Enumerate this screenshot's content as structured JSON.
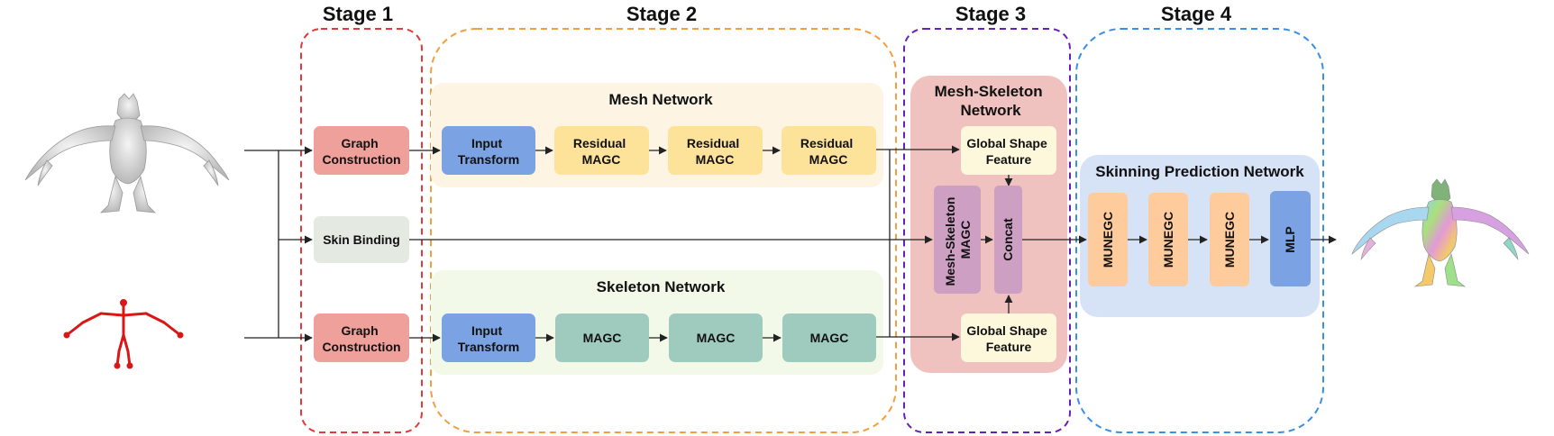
{
  "stages": {
    "stage1": "Stage 1",
    "stage2": "Stage 2",
    "stage3": "Stage 3",
    "stage4": "Stage 4"
  },
  "panels": {
    "mesh_network": "Mesh Network",
    "skeleton_network": "Skeleton Network",
    "mesh_skeleton_network": [
      "Mesh-Skeleton",
      "Network"
    ],
    "skinning_prediction_network": "Skinning Prediction Network"
  },
  "stage1_boxes": {
    "graph_construction_mesh": [
      "Graph",
      "Construction"
    ],
    "skin_binding": "Skin Binding",
    "graph_construction_skeleton": [
      "Graph",
      "Construction"
    ]
  },
  "mesh_row": {
    "input_transform": [
      "Input",
      "Transform"
    ],
    "residual_1": [
      "Residual",
      "MAGC"
    ],
    "residual_2": [
      "Residual",
      "MAGC"
    ],
    "residual_3": [
      "Residual",
      "MAGC"
    ]
  },
  "skeleton_row": {
    "input_transform": [
      "Input",
      "Transform"
    ],
    "magc_1": "MAGC",
    "magc_2": "MAGC",
    "magc_3": "MAGC"
  },
  "stage3_boxes": {
    "global_shape_top": [
      "Global Shape",
      "Feature"
    ],
    "global_shape_bottom": [
      "Global Shape",
      "Feature"
    ],
    "mesh_skeleton_magc": [
      "Mesh-Skeleton",
      "MAGC"
    ],
    "concat": "Concat"
  },
  "stage4_boxes": {
    "munegc_1": "MUNEGC",
    "munegc_2": "MUNEGC",
    "munegc_3": "MUNEGC",
    "mlp": "MLP"
  },
  "colors": {
    "stage1_border": "#e03a3a",
    "stage2_border": "#f0a040",
    "stage3_border": "#6a1fb8",
    "stage4_border": "#3a8fe0",
    "graph_construction": "#f0a09a",
    "skin_binding": "#e4e9e2",
    "input_transform": "#7ba3e3",
    "residual_magc": "#fde39a",
    "magc": "#9fcbbf",
    "mesh_panel": "#fdf4e4",
    "skeleton_panel": "#f2f9e8",
    "mesh_skeleton_panel": "#f0c2bf",
    "global_shape": "#fdf7dc",
    "mesh_skeleton_magc": "#cda0c3",
    "skinning_panel": "#d6e3f6",
    "munegc": "#fdcb9c",
    "mlp": "#7ba3e3"
  },
  "icons": {
    "input_mesh": "creature-mesh-icon",
    "input_skeleton": "skeleton-rig-icon",
    "output_mesh": "colored-skin-weights-mesh-icon"
  }
}
